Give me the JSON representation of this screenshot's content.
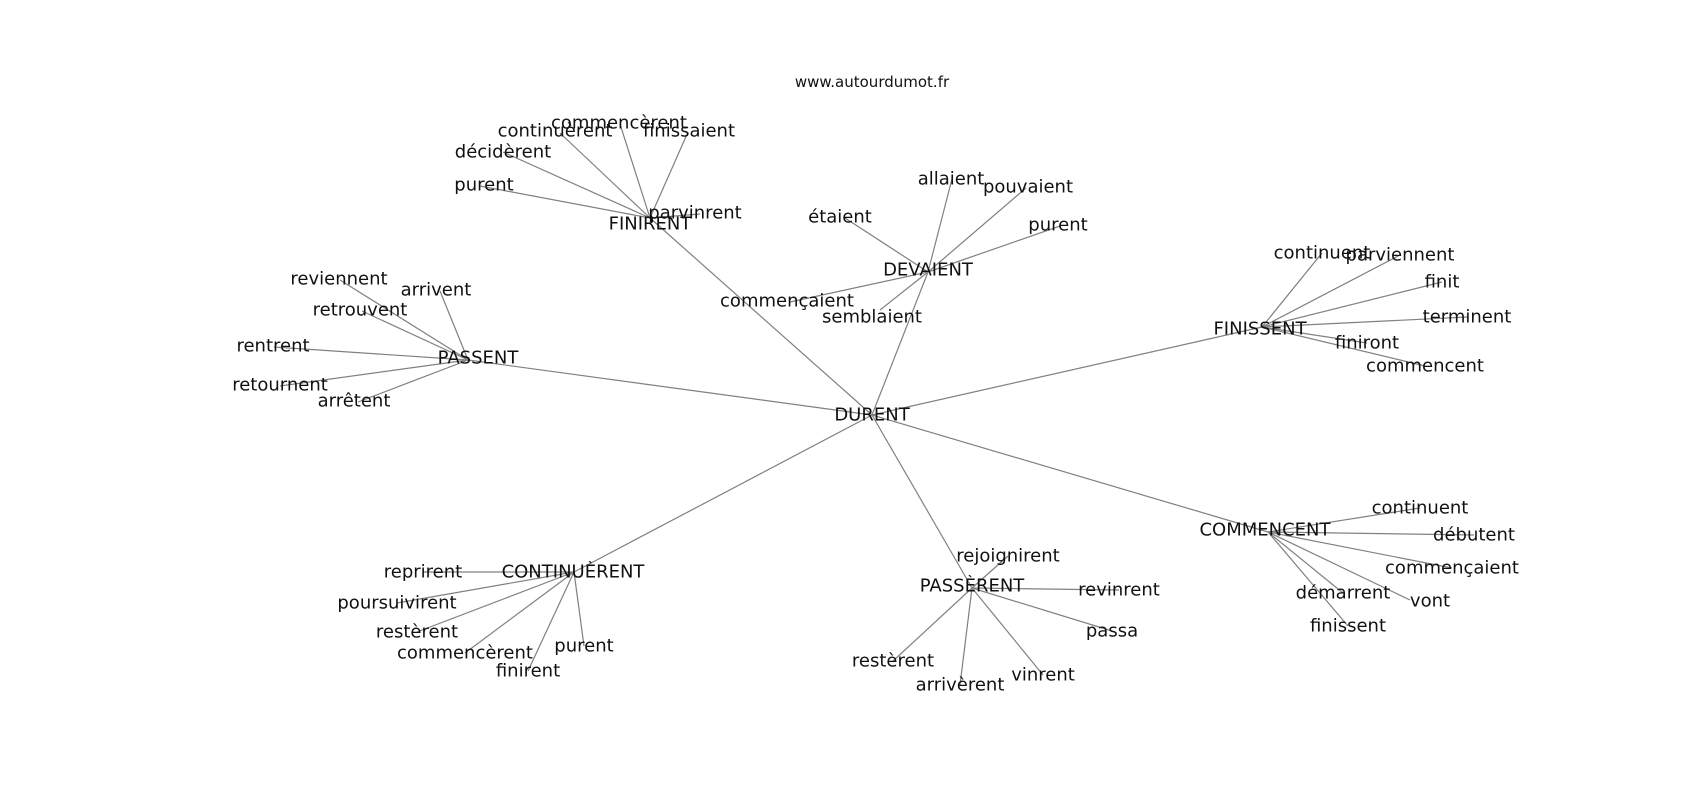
{
  "credit": "www.autourdumot.fr",
  "colors": {
    "edge": "#808080",
    "text": "#111111",
    "background": "#ffffff"
  },
  "graph": {
    "center": "DURENT",
    "clusters": [
      {
        "hub": "FINIRENT",
        "words": [
          "purent",
          "décidèrent",
          "continuèrent",
          "commencèrent",
          "finissaient",
          "parvinrent"
        ]
      },
      {
        "hub": "DEVAIENT",
        "words": [
          "allaient",
          "pouvaient",
          "étaient",
          "purent",
          "commençaient",
          "semblaient"
        ]
      },
      {
        "hub": "PASSENT",
        "words": [
          "reviennent",
          "arrivent",
          "retrouvent",
          "rentrent",
          "retournent",
          "arrêtent"
        ]
      },
      {
        "hub": "FINISSENT",
        "words": [
          "continuent",
          "parviennent",
          "finit",
          "terminent",
          "finiront",
          "commencent"
        ]
      },
      {
        "hub": "COMMENCENT",
        "words": [
          "continuent",
          "débutent",
          "commençaient",
          "démarrent",
          "vont",
          "finissent"
        ]
      },
      {
        "hub": "CONTINUÈRENT",
        "words": [
          "reprirent",
          "poursuivirent",
          "restèrent",
          "commencèrent",
          "finirent",
          "purent"
        ]
      },
      {
        "hub": "PASSÈRENT",
        "words": [
          "rejoignirent",
          "revinrent",
          "passa",
          "restèrent",
          "arrivèrent",
          "vinrent"
        ]
      }
    ]
  }
}
